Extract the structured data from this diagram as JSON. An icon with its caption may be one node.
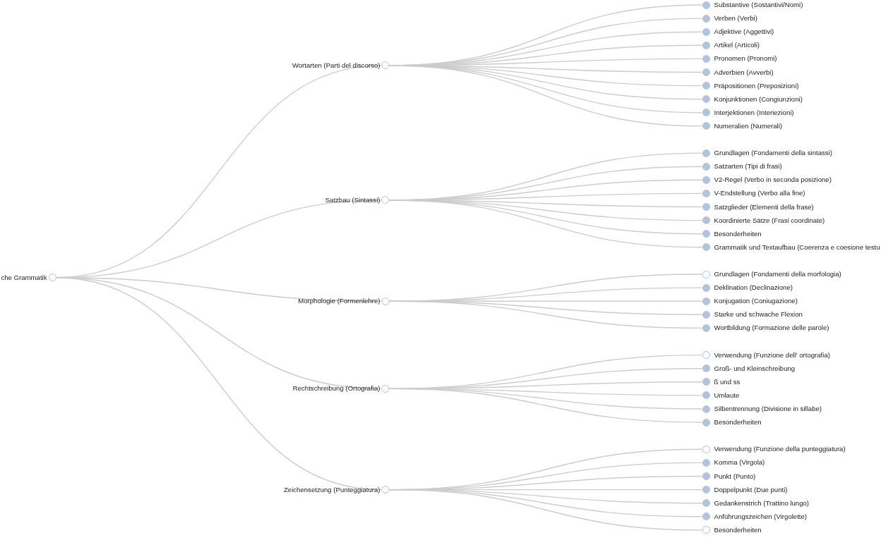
{
  "diagram": {
    "nodes": [
      {
        "text": [
          "che Grammatik"
        ]
      },
      {
        "text": [
          "Wortarten (Parti del discorso)"
        ]
      },
      {
        "text": [
          "Substantive (Sostantivi/Nomi)"
        ]
      },
      {
        "text": [
          "Verben (Verbi)"
        ]
      },
      {
        "text": [
          "Adjektive (Aggettivi)"
        ]
      },
      {
        "text": [
          "Artikel (Articoli)"
        ]
      },
      {
        "text": [
          "Pronomen (Pronomi)"
        ]
      },
      {
        "text": [
          "Adverbien (Avverbi)"
        ]
      },
      {
        "text": [
          "Präpositionen (Preposizioni)"
        ]
      },
      {
        "text": [
          "Konjunktionen (Congiunzioni)"
        ]
      },
      {
        "text": [
          "Interjektionen (Interiezioni)"
        ]
      },
      {
        "text": [
          "Numeralien (Numerali)"
        ]
      },
      {
        "text": [
          "Satzbau (Sintassi)"
        ]
      },
      {
        "text": [
          "Grundlagen (Fondamenti della sintassi)"
        ]
      },
      {
        "text": [
          "Satzarten (Tipi di frasi)"
        ]
      },
      {
        "text": [
          "V2-Regel (Verbo in seconda posizione)"
        ]
      },
      {
        "text": [
          "V-Endstellung (Verbo alla fine)"
        ]
      },
      {
        "text": [
          "Satzglieder (Elementi della frase)"
        ]
      },
      {
        "text": [
          "Koordinierte Sätze (Frasi coordinate)"
        ]
      },
      {
        "text": [
          "Besonderheiten"
        ]
      },
      {
        "text": [
          "Grammatik und Textaufbau (Coerenza e coesione testu"
        ]
      },
      {
        "text": [
          "Morphologie (Formenlehre)"
        ]
      },
      {
        "text": [
          "Grundlagen (Fondamenti della morfologia)"
        ]
      },
      {
        "text": [
          "Deklination (Declinazione)"
        ]
      },
      {
        "text": [
          "Konjugation (Coniugazione)"
        ]
      },
      {
        "text": [
          "Starke und schwache Flexion"
        ]
      },
      {
        "text": [
          "Wortbildung (Formazione delle parole)"
        ]
      },
      {
        "text": [
          "Rechtschreibung (Ortografia)"
        ]
      },
      {
        "text": [
          "Verwendung (Funzione dell’ ortografia)"
        ]
      },
      {
        "text": [
          "Groß- und Kleinschreibung"
        ]
      },
      {
        "text": [
          "ß und ss"
        ]
      },
      {
        "text": [
          "Umlaute"
        ]
      },
      {
        "text": [
          "Silbentrennung (Divisione in sillabe)"
        ]
      },
      {
        "text": [
          "Besonderheiten"
        ]
      },
      {
        "text": [
          "Zeichensetzung (Punteggiatura)"
        ]
      },
      {
        "text": [
          "Verwendung (Funzione della punteggiatura)"
        ]
      },
      {
        "text": [
          "Komma (Virgola)"
        ]
      },
      {
        "text": [
          "Punkt (Punto)"
        ]
      },
      {
        "text": [
          "Doppelpunkt (Due punti)"
        ]
      },
      {
        "text": [
          "Gedankenstrich (Trattino lungo)"
        ]
      },
      {
        "text": [
          "Anführungszeichen (Virgolette)"
        ]
      },
      {
        "text": [
          "Besonderheiten"
        ]
      }
    ],
    "edges": [
      {
        "from": 0,
        "to": 1,
        "arrow": "none"
      },
      {
        "from": 0,
        "to": 12,
        "arrow": "none"
      },
      {
        "from": 0,
        "to": 21,
        "arrow": "none"
      },
      {
        "from": 0,
        "to": 27,
        "arrow": "none"
      },
      {
        "from": 0,
        "to": 34,
        "arrow": "none"
      },
      {
        "from": 1,
        "to": 2,
        "arrow": "none"
      },
      {
        "from": 1,
        "to": 3,
        "arrow": "none"
      },
      {
        "from": 1,
        "to": 4,
        "arrow": "none"
      },
      {
        "from": 1,
        "to": 5,
        "arrow": "none"
      },
      {
        "from": 1,
        "to": 6,
        "arrow": "none"
      },
      {
        "from": 1,
        "to": 7,
        "arrow": "none"
      },
      {
        "from": 1,
        "to": 8,
        "arrow": "none"
      },
      {
        "from": 1,
        "to": 9,
        "arrow": "none"
      },
      {
        "from": 1,
        "to": 10,
        "arrow": "none"
      },
      {
        "from": 1,
        "to": 11,
        "arrow": "none"
      },
      {
        "from": 12,
        "to": 13,
        "arrow": "none"
      },
      {
        "from": 12,
        "to": 14,
        "arrow": "none"
      },
      {
        "from": 12,
        "to": 15,
        "arrow": "none"
      },
      {
        "from": 12,
        "to": 16,
        "arrow": "none"
      },
      {
        "from": 12,
        "to": 17,
        "arrow": "none"
      },
      {
        "from": 12,
        "to": 18,
        "arrow": "none"
      },
      {
        "from": 12,
        "to": 19,
        "arrow": "none"
      },
      {
        "from": 12,
        "to": 20,
        "arrow": "none"
      },
      {
        "from": 21,
        "to": 22,
        "arrow": "none"
      },
      {
        "from": 21,
        "to": 23,
        "arrow": "none"
      },
      {
        "from": 21,
        "to": 24,
        "arrow": "none"
      },
      {
        "from": 21,
        "to": 25,
        "arrow": "none"
      },
      {
        "from": 21,
        "to": 26,
        "arrow": "none"
      },
      {
        "from": 27,
        "to": 28,
        "arrow": "none"
      },
      {
        "from": 27,
        "to": 29,
        "arrow": "none"
      },
      {
        "from": 27,
        "to": 30,
        "arrow": "none"
      },
      {
        "from": 27,
        "to": 31,
        "arrow": "none"
      },
      {
        "from": 27,
        "to": 32,
        "arrow": "none"
      },
      {
        "from": 27,
        "to": 33,
        "arrow": "none"
      },
      {
        "from": 34,
        "to": 35,
        "arrow": "none"
      },
      {
        "from": 34,
        "to": 36,
        "arrow": "none"
      },
      {
        "from": 34,
        "to": 37,
        "arrow": "none"
      },
      {
        "from": 34,
        "to": 38,
        "arrow": "none"
      },
      {
        "from": 34,
        "to": 39,
        "arrow": "none"
      },
      {
        "from": 34,
        "to": 40,
        "arrow": "none"
      },
      {
        "from": 34,
        "to": 41,
        "arrow": "none"
      }
    ]
  }
}
